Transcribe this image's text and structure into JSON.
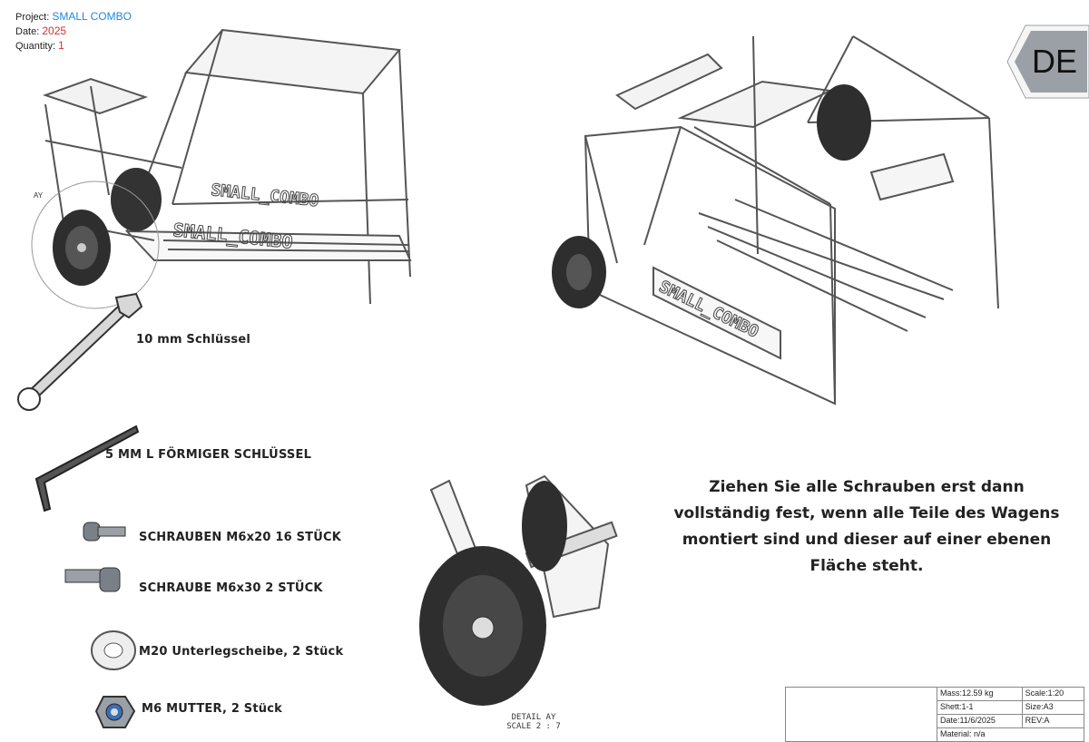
{
  "project": {
    "label": "Project:",
    "value": "SMALL COMBO"
  },
  "date": {
    "label": "Date:",
    "value": "2025"
  },
  "quantity": {
    "label": "Quantity:",
    "value": "1"
  },
  "language_badge": "DE",
  "detail_marker": "AY",
  "tools": {
    "wrench": "10 mm Schlüssel",
    "l_key": "5 MM L FÖRMIGER SCHLÜSSEL"
  },
  "parts": [
    {
      "label": "SCHRAUBEN M6x20 16 STÜCK",
      "icon": "bolt-short-icon"
    },
    {
      "label": "SCHRAUBE M6x30 2 STÜCK",
      "icon": "bolt-long-icon"
    },
    {
      "label": "M20 Unterlegscheibe, 2 Stück",
      "icon": "washer-icon"
    },
    {
      "label": "M6 MUTTER, 2 Stück",
      "icon": "nut-icon"
    }
  ],
  "note": "Ziehen Sie alle Schrauben erst dann vollständig fest, wenn alle Teile des Wagens montiert sind und dieser auf einer ebenen Fläche steht.",
  "detail_caption": {
    "line1": "DETAIL AY",
    "line2": "SCALE 2 : 7"
  },
  "title_block": {
    "mass": "Mass:12.59 kg",
    "scale": "Scale:1:20",
    "sheet": "Shett:1-1",
    "size": "Size:A3",
    "date": "Date:11/6/2025",
    "rev": "REV:A",
    "material": "Material: n/a"
  },
  "frame_text": "SMALL_COMBO",
  "colors": {
    "accent_blue": "#1e88e5",
    "accent_red": "#d32f2f",
    "badge_bg": "#9aa0a6"
  }
}
